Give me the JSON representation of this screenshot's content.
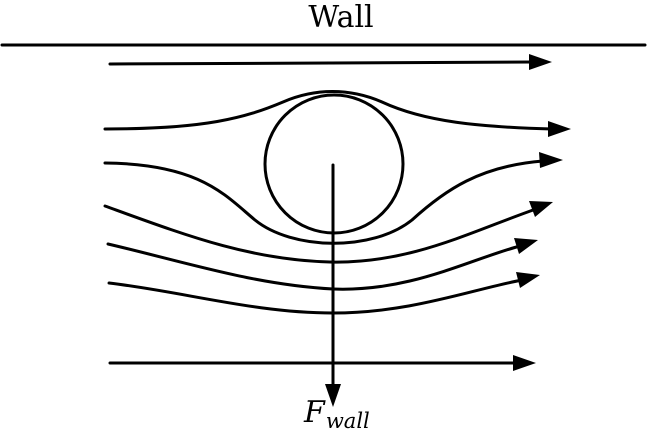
{
  "labels": {
    "wall": "Wall",
    "force_symbol": "F",
    "force_subscript": "wall"
  },
  "colors": {
    "ink": "#000000",
    "background": "#ffffff"
  }
}
